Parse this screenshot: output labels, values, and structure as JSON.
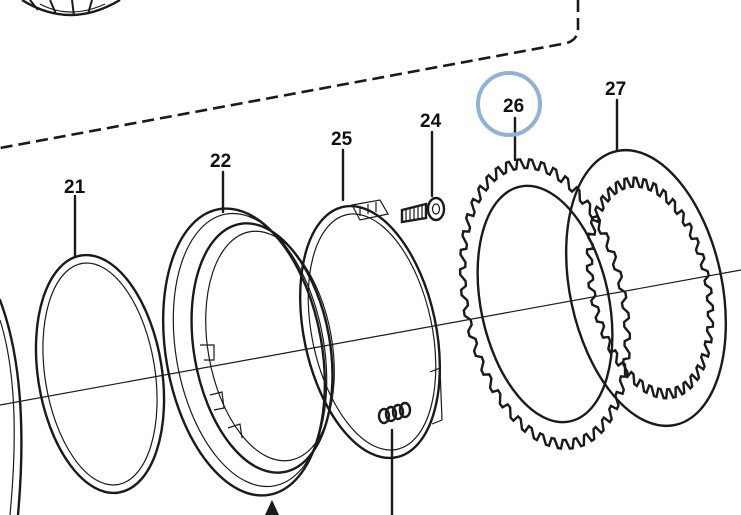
{
  "parts": [
    {
      "id": "part-21",
      "label": "21"
    },
    {
      "id": "part-22",
      "label": "22"
    },
    {
      "id": "part-24",
      "label": "24"
    },
    {
      "id": "part-25",
      "label": "25"
    },
    {
      "id": "part-26",
      "label": "26",
      "highlighted": true
    },
    {
      "id": "part-27",
      "label": "27"
    }
  ],
  "colors": {
    "line": "#1a1a1a",
    "highlight": "#8fb3d6",
    "background": "#ffffff"
  }
}
